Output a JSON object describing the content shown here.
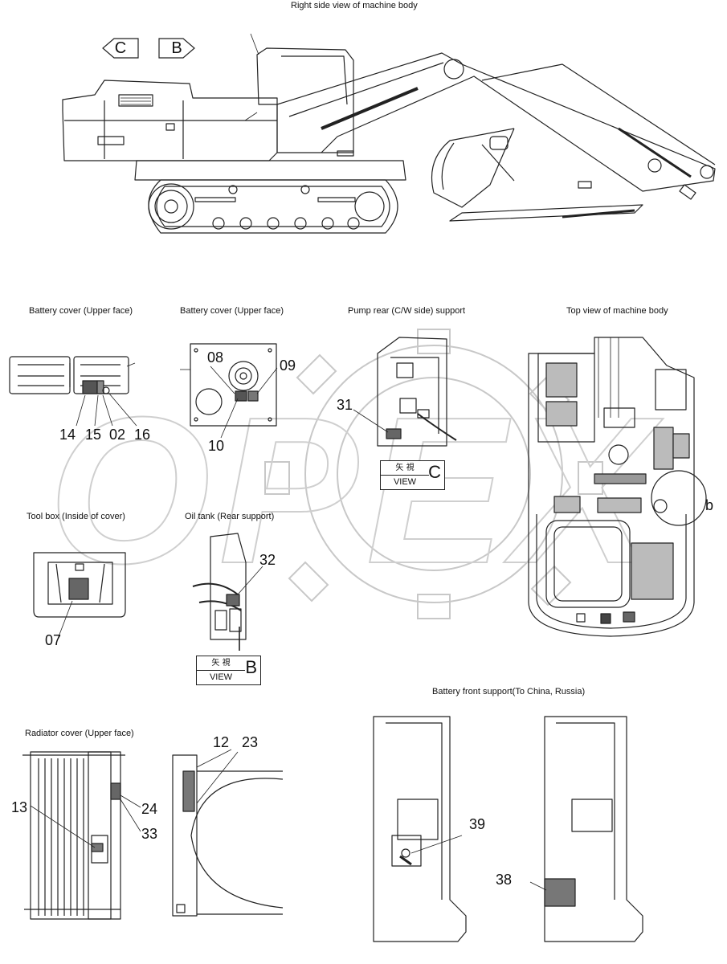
{
  "captions": {
    "main": "Right side view of machine body",
    "battery_cover_1": "Battery cover (Upper face)",
    "battery_cover_2": "Battery cover (Upper face)",
    "pump_rear": "Pump rear (C/W side) support",
    "top_view": "Top view of machine body",
    "tool_box": "Tool box (Inside of cover)",
    "oil_tank": "Oil tank (Rear support)",
    "battery_front": "Battery front support(To China, Russia)",
    "radiator": "Radiator cover (Upper face)"
  },
  "arrows": {
    "c": "C",
    "b": "B"
  },
  "view_boxes": {
    "c": {
      "kanji": "矢 視",
      "view": "VIEW",
      "letter": "C"
    },
    "b": {
      "kanji": "矢 視",
      "view": "VIEW",
      "letter": "B"
    }
  },
  "callouts": {
    "n14": "14",
    "n15": "15",
    "n02": "02",
    "n16": "16",
    "n08": "08",
    "n09": "09",
    "n10": "10",
    "n31": "31",
    "n32": "32",
    "n07": "07",
    "n12": "12",
    "n23": "23",
    "n13": "13",
    "n24": "24",
    "n33": "33",
    "n39": "39",
    "n38": "38",
    "nb": "b"
  },
  "watermark": "OPEX"
}
